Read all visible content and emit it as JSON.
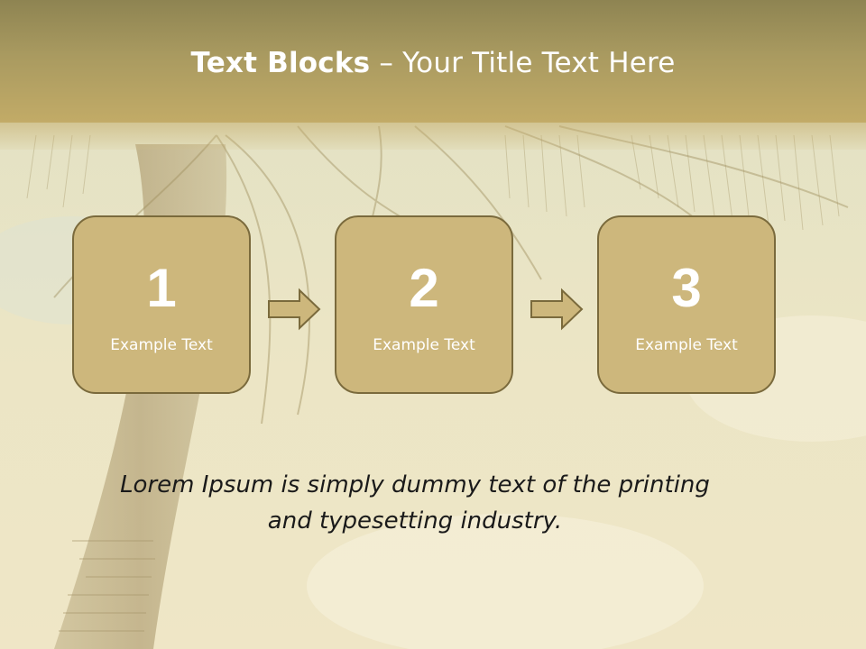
{
  "slide": {
    "title_bold": "Text Blocks",
    "title_rest": " – Your Title Text Here",
    "blocks": [
      {
        "number": "1",
        "label": "Example Text"
      },
      {
        "number": "2",
        "label": "Example Text"
      },
      {
        "number": "3",
        "label": "Example Text"
      }
    ],
    "caption_line1": "Lorem Ipsum is simply dummy text of the printing",
    "caption_line2": "and typesetting industry."
  },
  "colors": {
    "title_bar": "#a99a60",
    "block_fill": "#cdb77c",
    "block_border": "#7a6a3c",
    "arrow_fill": "#cdb77c"
  },
  "icons": [
    "palm-tree-background",
    "arrow-right-icon"
  ]
}
